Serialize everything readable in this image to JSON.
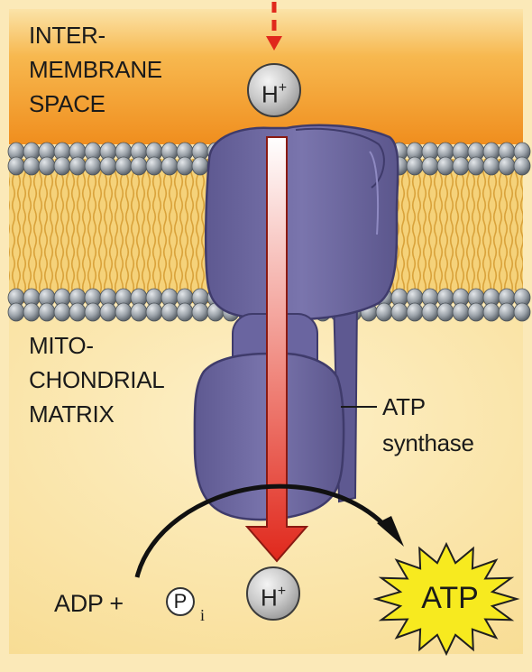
{
  "labels": {
    "intermembrane": [
      "INTER-",
      "MEMBRANE",
      "SPACE"
    ],
    "matrix": [
      "MITO-",
      "CHONDRIAL",
      "MATRIX"
    ],
    "enzyme": [
      "ATP",
      "synthase"
    ]
  },
  "ions": {
    "top": {
      "base": "H",
      "charge": "+"
    },
    "bottom": {
      "base": "H",
      "charge": "+"
    }
  },
  "reaction": {
    "adp": "ADP +",
    "phosphate": "P",
    "phosphate_subscript": "i",
    "product": "ATP"
  },
  "colors": {
    "intermembrane_space": "#f39a2c",
    "matrix": "#fbe9b8",
    "lipid_head": "#9aa1a8",
    "lipid_tail": "#e7b84f",
    "atp_synthase": "#6f6aa2",
    "proton_arrow_start": "#ffffff",
    "proton_arrow_end": "#e0281c",
    "entry_arrow": "#e0281c",
    "atp_burst": "#f7ea1f"
  }
}
